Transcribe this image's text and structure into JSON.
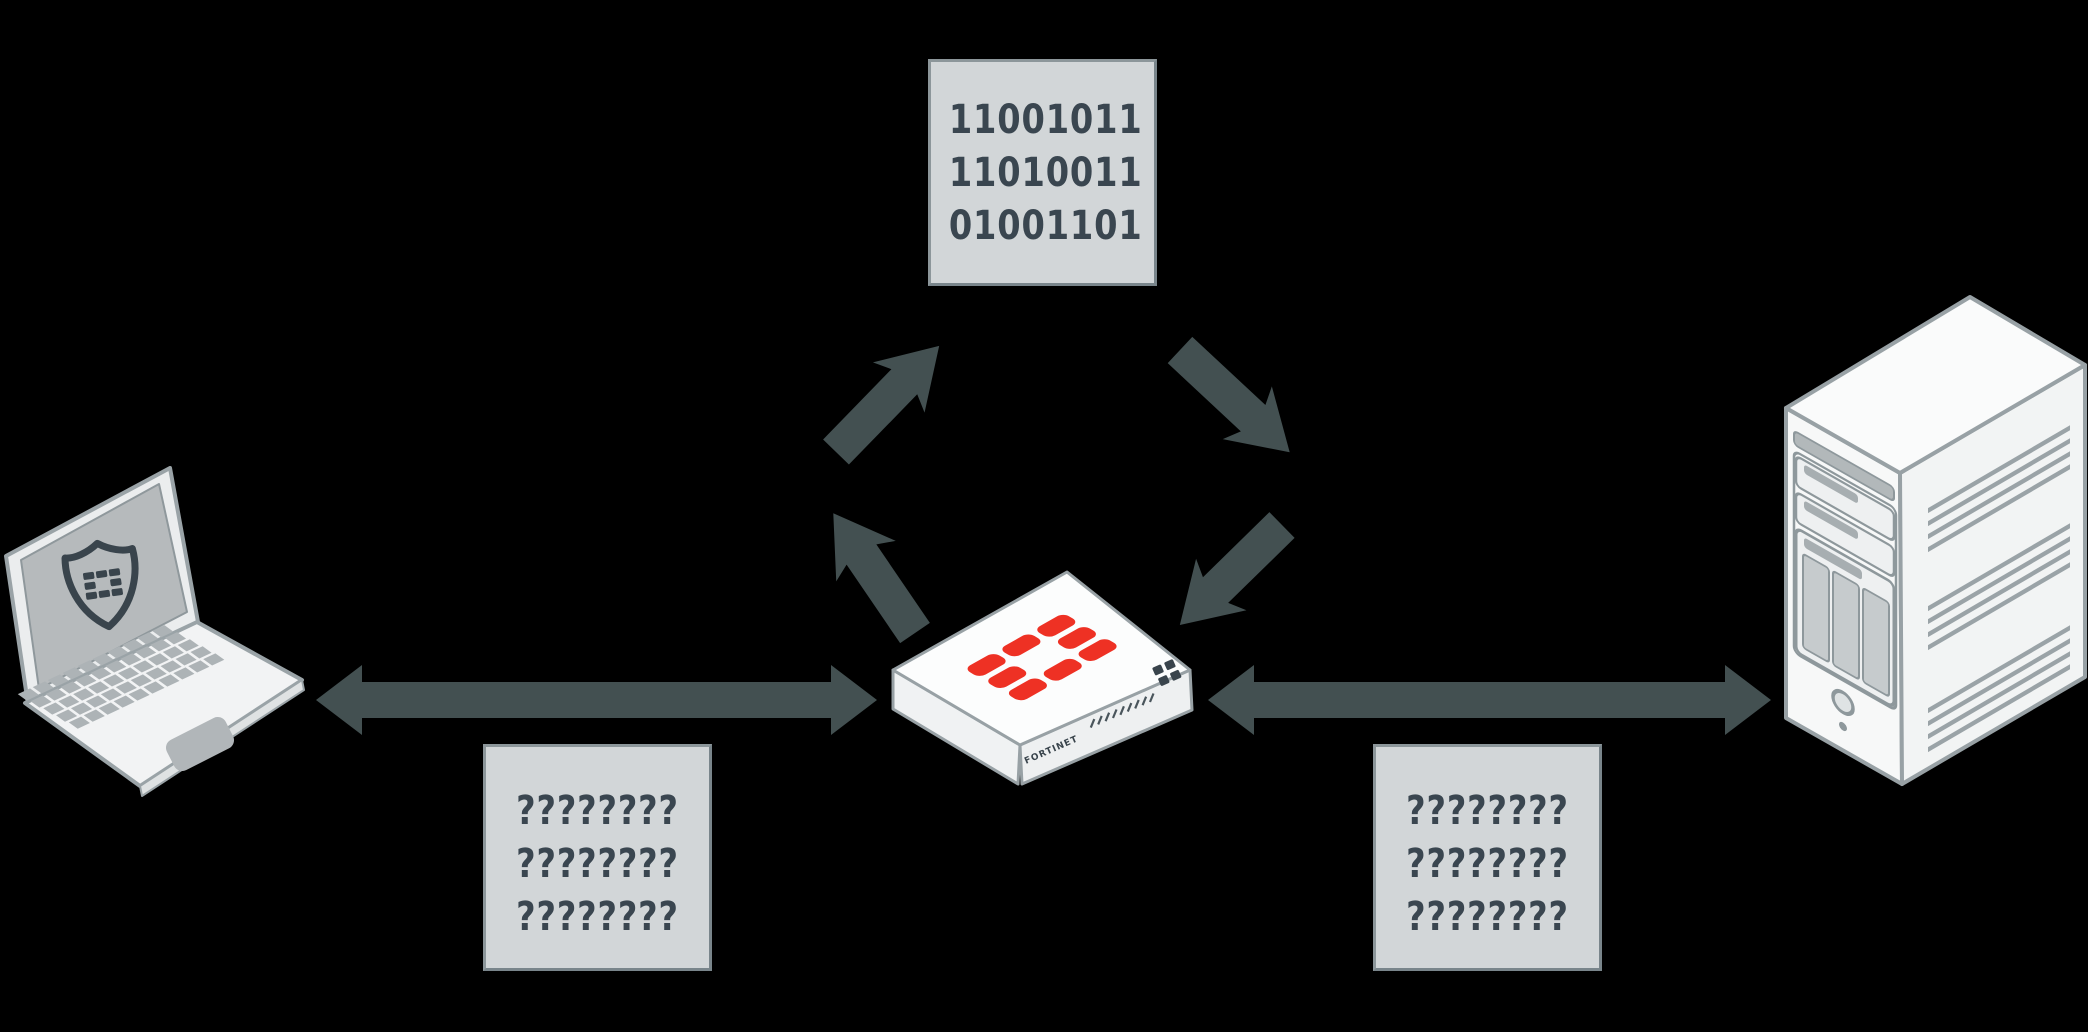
{
  "colors": {
    "background": "#000000",
    "arrow": "#435051",
    "box_fill": "#D2D6D8",
    "box_border": "#8C969A",
    "box_text": "#3A4650",
    "fortinet_red": "#EE3124",
    "device_outline": "#98A1A5",
    "device_fill": "#F7F8F8",
    "screen_fill": "#B6BABC",
    "dark_detail": "#39444C"
  },
  "ciphertext_box": {
    "lines": [
      "11001011",
      "11010011",
      "01001101"
    ]
  },
  "question_box_left": {
    "lines": [
      "????????",
      "????????",
      "????????"
    ]
  },
  "question_box_right": {
    "lines": [
      "????????",
      "????????",
      "????????"
    ]
  },
  "appliance": {
    "brand_label": "FORTINET"
  }
}
